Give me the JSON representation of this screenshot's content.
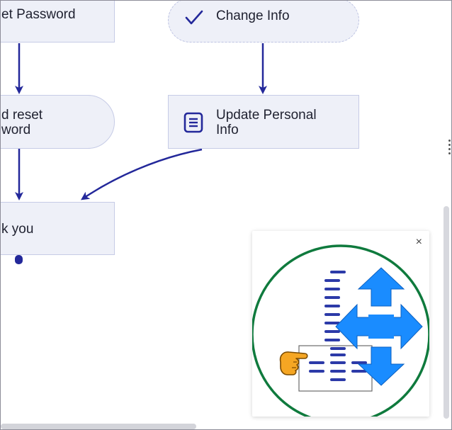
{
  "nodes": {
    "reset_password": {
      "label": "et Password"
    },
    "change_info": {
      "label": "Change Info"
    },
    "send_reset": {
      "line1": "d reset",
      "line2": "word"
    },
    "update_personal": {
      "line1": "Update Personal",
      "line2": "Info"
    },
    "thank_you": {
      "label": "k you"
    }
  },
  "minimap": {
    "close_label": "×"
  },
  "colors": {
    "edge": "#23289a",
    "node_fill": "#eef0f8",
    "node_border": "#c6cbe6",
    "minimap_ring": "#0f7a3d",
    "move_arrows": "#1a8cff",
    "pointer_hand": "#f39c12"
  },
  "icons": [
    "checkmark-icon",
    "document-list-icon",
    "close-icon",
    "move-arrows-icon",
    "pointer-hand-icon"
  ]
}
